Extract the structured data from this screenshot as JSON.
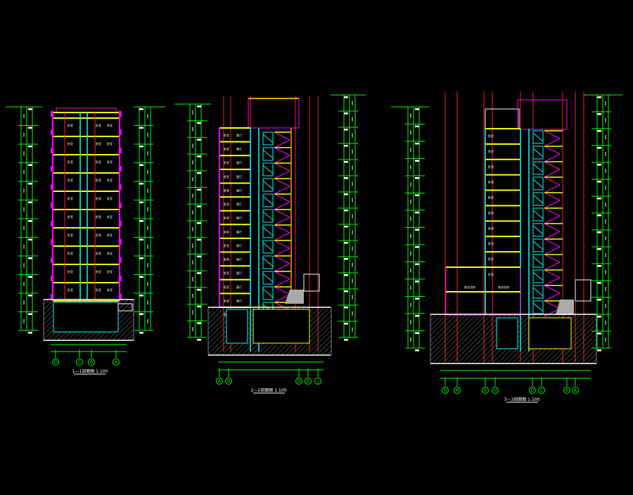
{
  "drawing": {
    "background": "#000000",
    "colors": {
      "dim": "#00ff00",
      "floor": "#ffff00",
      "wall": "#ff00ff",
      "column": "#00ffff",
      "grid_red": "#ff2020",
      "orange": "#ff9900",
      "ground": "#808080",
      "white": "#ffffff",
      "pink": "#ff66cc"
    }
  },
  "sections": [
    {
      "title": "1—1剖面图 1:100",
      "floors": 11,
      "grid_axes": [
        "D",
        "C",
        "B",
        "A"
      ]
    },
    {
      "title": "2—2剖面图 1:100",
      "floors": 13,
      "grid_axes": [
        "A",
        "B",
        "D",
        "E",
        "J"
      ]
    },
    {
      "title": "3—3剖面图 1:100",
      "floors": 12,
      "grid_axes": [
        "N",
        "M",
        "K",
        "H",
        "D",
        "C",
        "B",
        "A"
      ]
    }
  ]
}
